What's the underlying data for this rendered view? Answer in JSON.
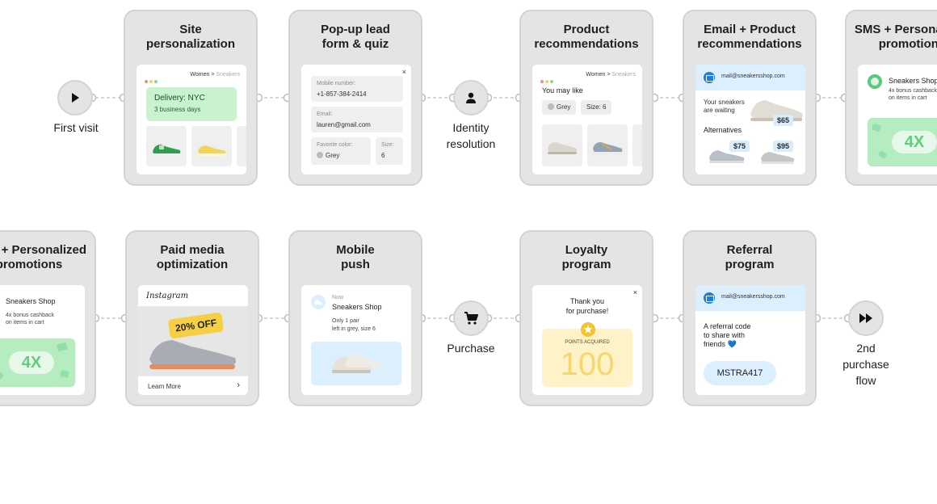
{
  "first_visit": {
    "label": "First visit"
  },
  "identity": {
    "label": "Identity\nresolution"
  },
  "purchase": {
    "label": "Purchase"
  },
  "second_flow": {
    "label": "2nd\npurchase\nflow"
  },
  "site_personalization": {
    "title": "Site\npersonalization",
    "crumb_a": "Women",
    "crumb_sep": ">",
    "crumb_b": "Sneakers",
    "delivery_title": "Delivery: NYC",
    "delivery_sub": "3 business days"
  },
  "popup": {
    "title": "Pop-up lead\nform & quiz",
    "close": "×",
    "mobile_label": "Mobile number:",
    "mobile_value": "+1-857-384-2414",
    "email_label": "Email:",
    "email_value": "lauren@gmail.com",
    "color_label": "Favorite color:",
    "color_value": "Grey",
    "size_label": "Size:",
    "size_value": "6"
  },
  "product_recs": {
    "title": "Product\nrecommendations",
    "crumb_a": "Women",
    "crumb_sep": ">",
    "crumb_b": "Sneakers",
    "heading": "You may like",
    "chip_color": "Grey",
    "chip_size": "Size: 6"
  },
  "email_recs": {
    "title": "Email + Product\nrecommendations",
    "email": "mail@sneakersshop.com",
    "waiting": "Your sneakers\nare waiting",
    "price_main": "$65",
    "alternatives": "Alternatives",
    "price_alt1": "$75",
    "price_alt2": "$95"
  },
  "sms_top": {
    "title": "SMS + Personalized\npromotions",
    "sender": "Sneakers Shop",
    "message": "4x bonus cashback\non items in cart",
    "badge": "4X"
  },
  "sms_bottom": {
    "title": "SMS + Personalized\npromotions",
    "sender": "Sneakers Shop",
    "message": "4x bonus cashback\non items in cart",
    "badge": "4X"
  },
  "paid_media": {
    "title": "Paid media\noptimization",
    "brand": "Instagram",
    "badge": "20% OFF",
    "cta": "Learn More",
    "chevron": "›"
  },
  "mobile_push": {
    "title": "Mobile\npush",
    "time": "Now",
    "sender": "Sneakers Shop",
    "message": "Only 1 pair\nleft in grey, size 6"
  },
  "loyalty": {
    "title": "Loyalty\nprogram",
    "close": "×",
    "thanks": "Thank you\nfor purchase!",
    "points_label": "POINTS ACQUIRED",
    "points_value": "100"
  },
  "referral": {
    "title": "Referral\nprogram",
    "email": "mail@sneakersshop.com",
    "text": "A referral code\nto share with\nfriends 💙",
    "code": "MSTRA417"
  },
  "colors": {
    "card_bg": "#e4e4e4",
    "card_border": "#d3d3d3",
    "connector": "#c8c8c8",
    "delivery_green": "#c9f3cf",
    "promo_green": "#b5ecc0",
    "mail_blue": "#dcefff",
    "loyalty_yellow": "#fdf2c8",
    "badge_yellow": "#f7cf45"
  }
}
